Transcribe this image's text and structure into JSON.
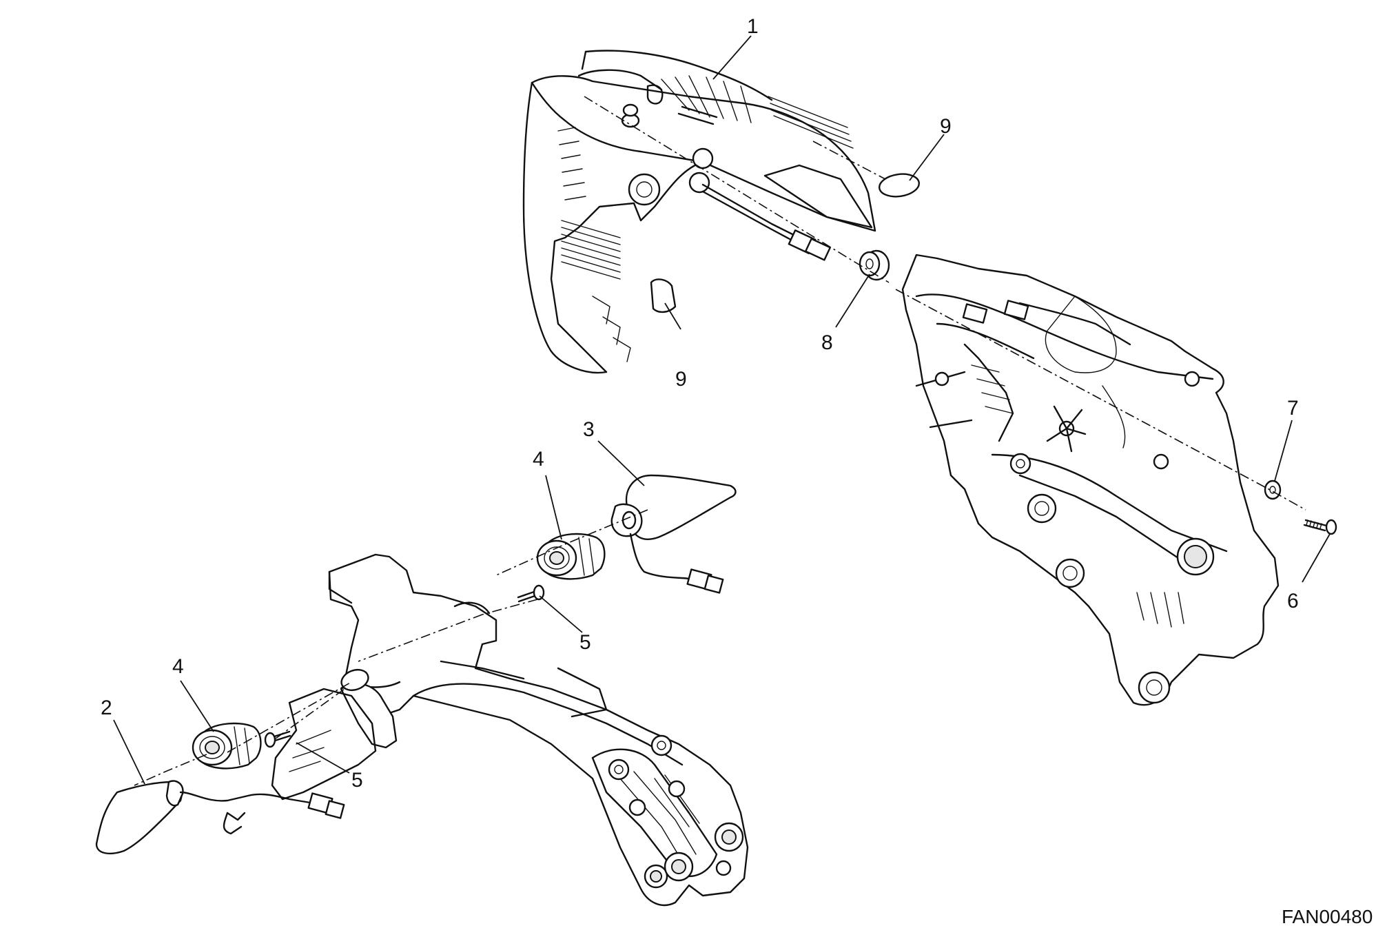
{
  "diagram": {
    "document_code": "FAN00480",
    "callouts": [
      {
        "id": "c1",
        "label": "1"
      },
      {
        "id": "c9a",
        "label": "9"
      },
      {
        "id": "c9b",
        "label": "9"
      },
      {
        "id": "c8",
        "label": "8"
      },
      {
        "id": "c7",
        "label": "7"
      },
      {
        "id": "c6",
        "label": "6"
      },
      {
        "id": "c3",
        "label": "3"
      },
      {
        "id": "c4a",
        "label": "4"
      },
      {
        "id": "c5a",
        "label": "5"
      },
      {
        "id": "c4b",
        "label": "4"
      },
      {
        "id": "c2",
        "label": "2"
      },
      {
        "id": "c5b",
        "label": "5"
      }
    ]
  }
}
